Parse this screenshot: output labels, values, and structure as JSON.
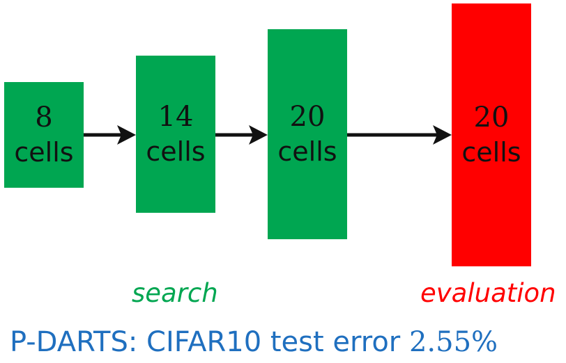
{
  "colors": {
    "search": "#00a651",
    "evaluation": "#ff0000",
    "caption": "#1f6fbf",
    "arrow": "#111111"
  },
  "stages": [
    {
      "number": "8",
      "unit": "cells",
      "phase": "search"
    },
    {
      "number": "14",
      "unit": "cells",
      "phase": "search"
    },
    {
      "number": "20",
      "unit": "cells",
      "phase": "search"
    },
    {
      "number": "20",
      "unit": "cells",
      "phase": "evaluation"
    }
  ],
  "labels": {
    "search": "search",
    "evaluation": "evaluation"
  },
  "caption": {
    "text": "P-DARTS: CIFAR10 test error ",
    "error": "2.55%"
  }
}
